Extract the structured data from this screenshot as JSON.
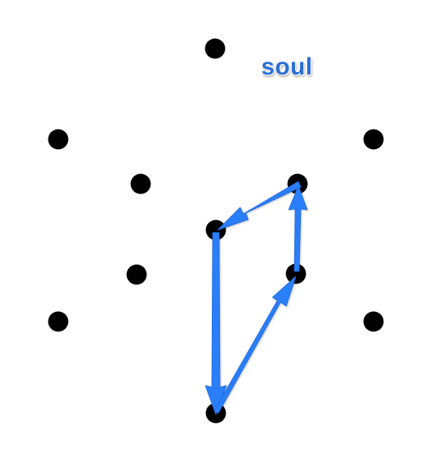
{
  "label": {
    "word": "soul",
    "color": "#2a6fd6"
  },
  "dots": {
    "count": 11,
    "color": "#000000"
  },
  "arrows": {
    "color": "#2a7ef7",
    "count": 4
  }
}
